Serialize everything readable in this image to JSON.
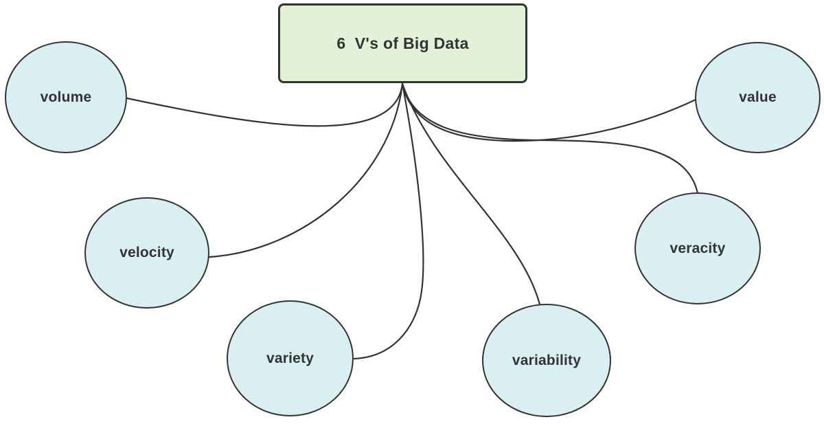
{
  "diagram": {
    "root": {
      "label": "6  V's of Big Data"
    },
    "nodes": [
      {
        "id": "volume",
        "label": "volume"
      },
      {
        "id": "velocity",
        "label": "velocity"
      },
      {
        "id": "variety",
        "label": "variety"
      },
      {
        "id": "variability",
        "label": "variability"
      },
      {
        "id": "veracity",
        "label": "veracity"
      },
      {
        "id": "value",
        "label": "value"
      }
    ],
    "edges": [
      {
        "from": "root",
        "to": "volume"
      },
      {
        "from": "root",
        "to": "velocity"
      },
      {
        "from": "root",
        "to": "variety"
      },
      {
        "from": "root",
        "to": "variability"
      },
      {
        "from": "root",
        "to": "veracity"
      },
      {
        "from": "root",
        "to": "value"
      }
    ],
    "colors": {
      "root_fill": "#e4f1d9",
      "root_stroke": "#333333",
      "node_fill": "#d9eff2",
      "node_stroke": "#333333",
      "edge": "#333333",
      "text": "#333333",
      "background": "#ffffff"
    }
  }
}
